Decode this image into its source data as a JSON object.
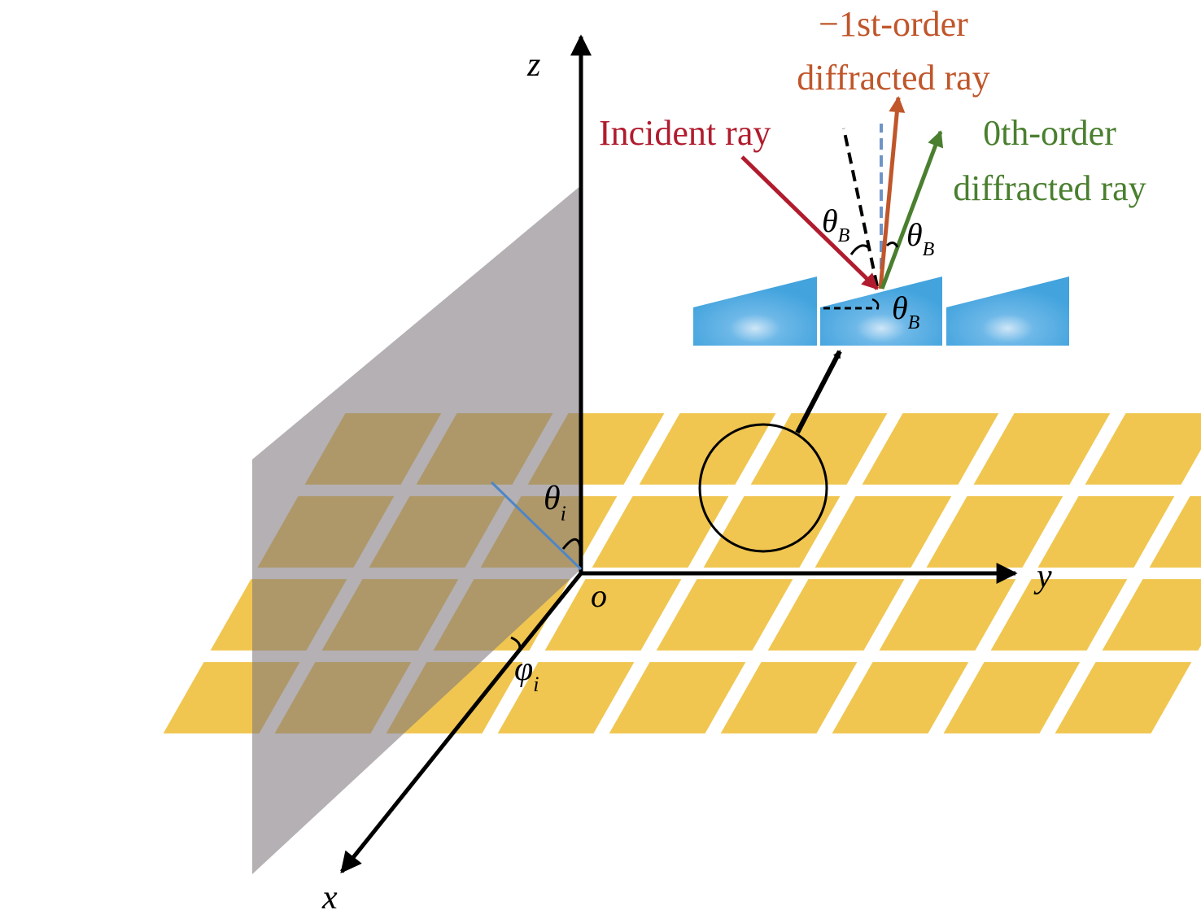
{
  "axes": {
    "x_label": "x",
    "y_label": "y",
    "z_label": "z",
    "origin_label": "o"
  },
  "angles": {
    "theta_i": {
      "symbol": "θ",
      "sub": "i"
    },
    "phi_i": {
      "symbol": "φ",
      "sub": "i"
    },
    "theta_B": {
      "symbol": "θ",
      "sub": "B"
    }
  },
  "rays": {
    "incident": {
      "label": "Incident ray",
      "color": "#b01c2e"
    },
    "minus_first": {
      "line1": "−1st-order",
      "line2": "diffracted ray",
      "color": "#c0562a"
    },
    "zeroth": {
      "line1": "0th-order",
      "line2": "diffracted ray",
      "color": "#4a7f2f"
    }
  },
  "colors": {
    "patch": "#f0c650",
    "plane": "#8a8489",
    "grating": "#46a8e0",
    "normal_dashed": "#6f95c8",
    "projection": "#4f86c6"
  }
}
